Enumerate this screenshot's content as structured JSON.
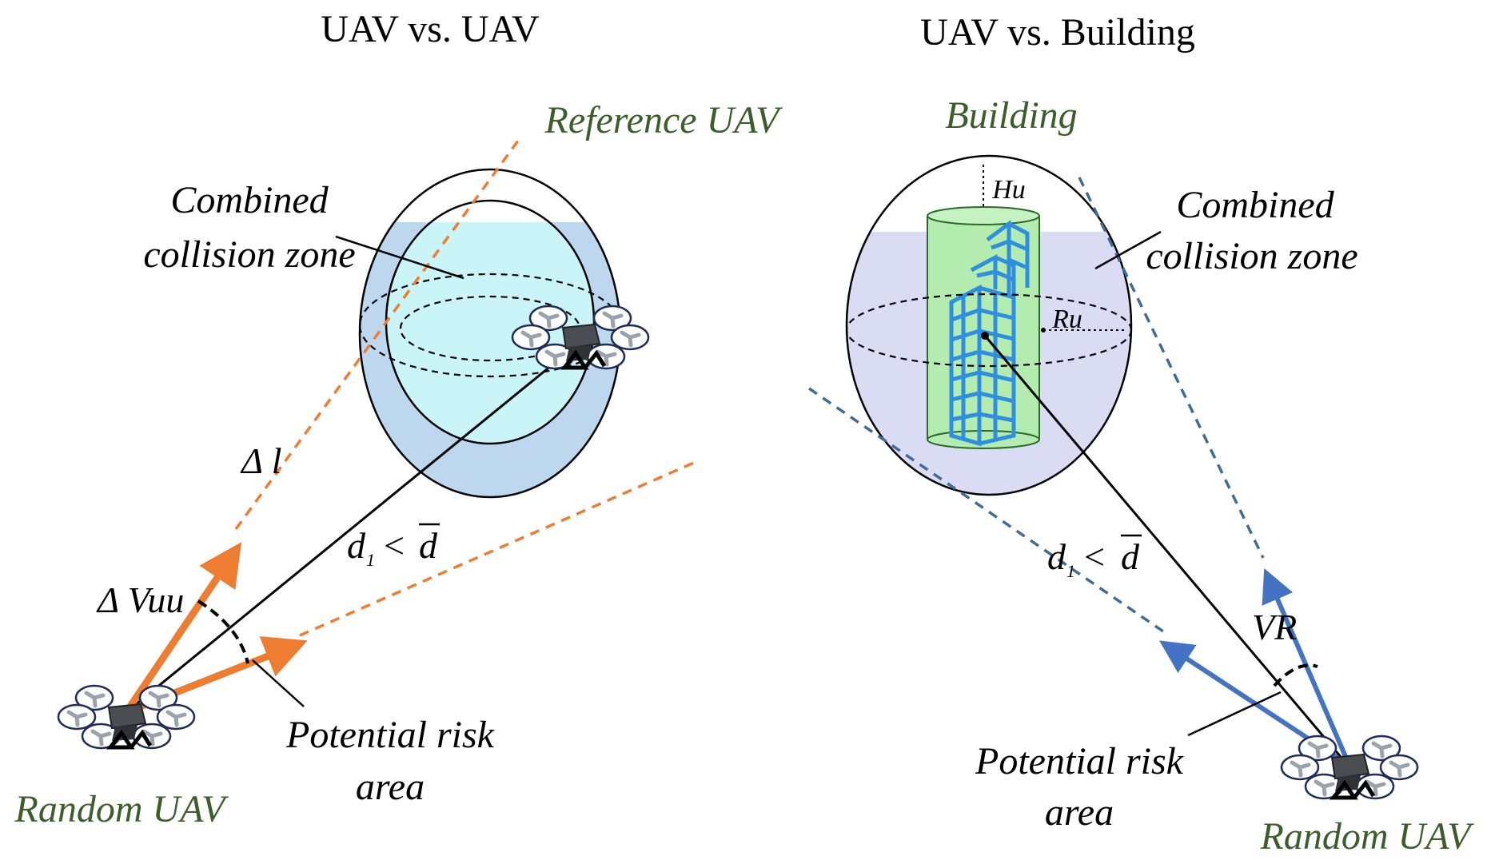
{
  "left_panel": {
    "title": "UAV vs. UAV",
    "reference_label": "Reference UAV",
    "zone_label_line1": "Combined",
    "zone_label_line2": "collision zone",
    "delta_l": "Δ l",
    "delta_v": "Δ Vuu",
    "distance_d": "d",
    "distance_sub": "1",
    "distance_rel": "<",
    "distance_dbar": "d",
    "risk_line1": "Potential risk",
    "risk_line2": "area",
    "random_label": "Random UAV"
  },
  "right_panel": {
    "title": "UAV vs. Building",
    "building_label": "Building",
    "zone_label_line1": "Combined",
    "zone_label_line2": "collision zone",
    "hu": "Hu",
    "ru": "Ru",
    "distance_d": "d",
    "distance_sub": "1",
    "distance_rel": "<",
    "distance_dbar": "d",
    "vr": "VR",
    "risk_line1": "Potential risk",
    "risk_line2": "area",
    "random_label": "Random UAV"
  },
  "colors": {
    "orange": "#ee7d31",
    "blue_arrow": "#4573c4",
    "blue_dashed": "#3e6c96",
    "zone_fill": "#bcd7ee",
    "inner_fill": "#c9f5f8",
    "building_zone": "#d9dcf3",
    "cylinder": "#b4ecaf",
    "building": "#2e8fe0",
    "label_green": "#3b5e2a"
  },
  "icons": [
    "drone-icon",
    "building-icon"
  ]
}
